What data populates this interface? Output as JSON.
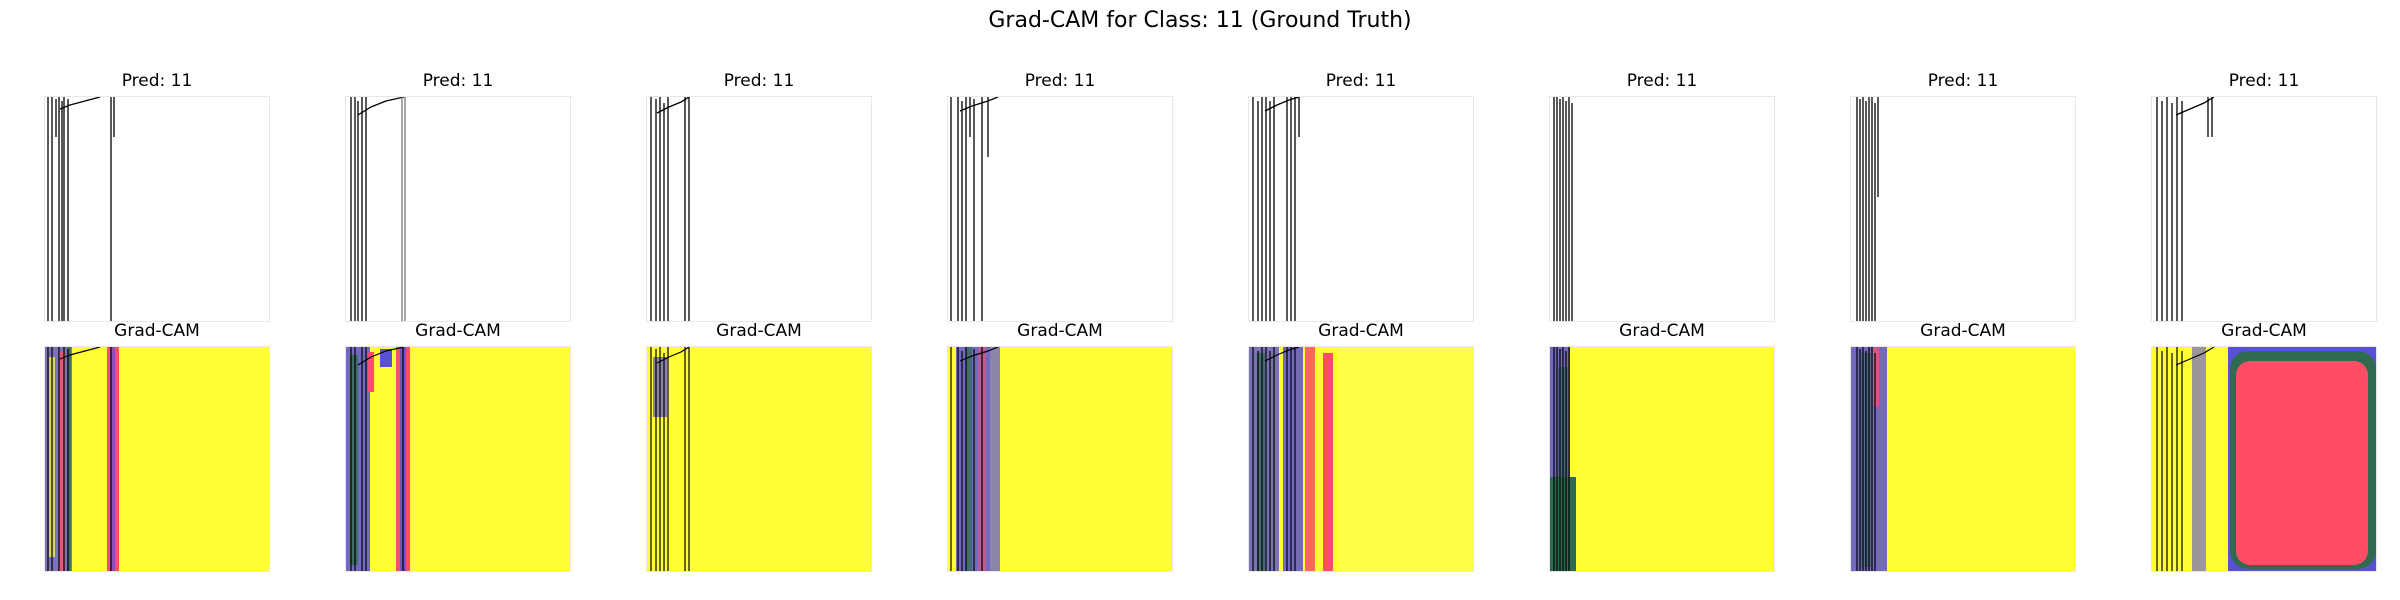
{
  "figure": {
    "title": "Grad-CAM for Class: 11 (Ground Truth)"
  },
  "panels": [
    {
      "pred_title": "Pred: 11",
      "cam_title": "Grad-CAM"
    },
    {
      "pred_title": "Pred: 11",
      "cam_title": "Grad-CAM"
    },
    {
      "pred_title": "Pred: 11",
      "cam_title": "Grad-CAM"
    },
    {
      "pred_title": "Pred: 11",
      "cam_title": "Grad-CAM"
    },
    {
      "pred_title": "Pred: 11",
      "cam_title": "Grad-CAM"
    },
    {
      "pred_title": "Pred: 11",
      "cam_title": "Grad-CAM"
    },
    {
      "pred_title": "Pred: 11",
      "cam_title": "Grad-CAM"
    },
    {
      "pred_title": "Pred: 11",
      "cam_title": "Grad-CAM"
    }
  ],
  "colors": {
    "heatmap_background": "#ffff33",
    "heatmap_hot": "#ff4d66",
    "heatmap_green": "#2f6b4f",
    "heatmap_blue": "#5a50d8",
    "trace": "#000000"
  }
}
